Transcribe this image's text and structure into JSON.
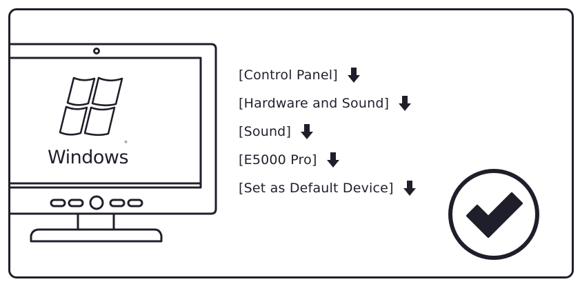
{
  "monitor": {
    "os_logo": "windows-logo",
    "os_label": "Windows",
    "stand": "monitor-stand"
  },
  "steps": [
    {
      "label": "[Control Panel]",
      "icon": "arrow-down-icon"
    },
    {
      "label": "[Hardware and Sound]",
      "icon": "arrow-down-icon"
    },
    {
      "label": "[Sound]",
      "icon": "arrow-down-icon"
    },
    {
      "label": "[E5000 Pro]",
      "icon": "arrow-down-icon"
    },
    {
      "label": "[Set as Default Device]",
      "icon": "arrow-down-icon"
    }
  ],
  "result_icon": "checkmark-circle-icon",
  "colors": {
    "ink": "#1f1f2b",
    "background": "#ffffff"
  }
}
